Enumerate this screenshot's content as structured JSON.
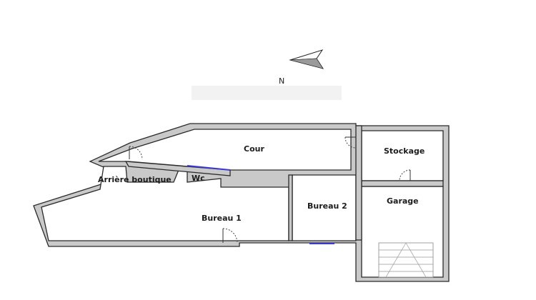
{
  "rooms": {
    "cour": "Cour",
    "stockage": "Stockage",
    "arriere_boutique": "Arrière boutique",
    "wc": "Wc",
    "bureau1": "Bureau 1",
    "bureau2": "Bureau 2",
    "garage": "Garage"
  },
  "compass": {
    "label": "N",
    "icon": "north-arrow-icon"
  },
  "colors": {
    "wall": "#c9c9c9",
    "outline": "#2a2a2a",
    "window": "#3a3ad0"
  }
}
